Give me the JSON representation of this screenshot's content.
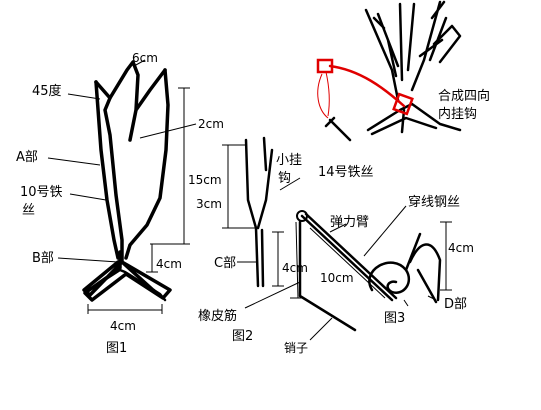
{
  "labels": {
    "fig1_angle": "45度",
    "fig1_top_width": "6cm",
    "fig1_inner_len": "2cm",
    "fig1_height": "15cm",
    "fig1_part_a": "A部",
    "fig1_wire": "10号铁",
    "fig1_wire2": "丝",
    "fig1_part_b": "B部",
    "fig1_stem": "4cm",
    "fig1_base": "4cm",
    "fig1_caption": "图1",
    "fig2_hook": "小挂",
    "fig2_hook2": "钩",
    "fig2_wire": "14号铁丝",
    "fig2_len": "3cm",
    "fig2_part_c": "C部",
    "fig2_stem": "4cm",
    "fig2_band": "橡皮筋",
    "fig2_caption": "图2",
    "fig3_steel": "穿线钢丝",
    "fig3_arm": "弹力臂",
    "fig3_arm_len": "10cm",
    "fig3_caption": "图3",
    "fig3_height": "4cm",
    "fig3_part_d": "D部",
    "fig3_pin": "销子",
    "combo_title": "合成四向",
    "combo_title2": "内挂钩"
  },
  "colors": {
    "line": "#000000",
    "highlight": "#e00000",
    "background": "#ffffff"
  }
}
